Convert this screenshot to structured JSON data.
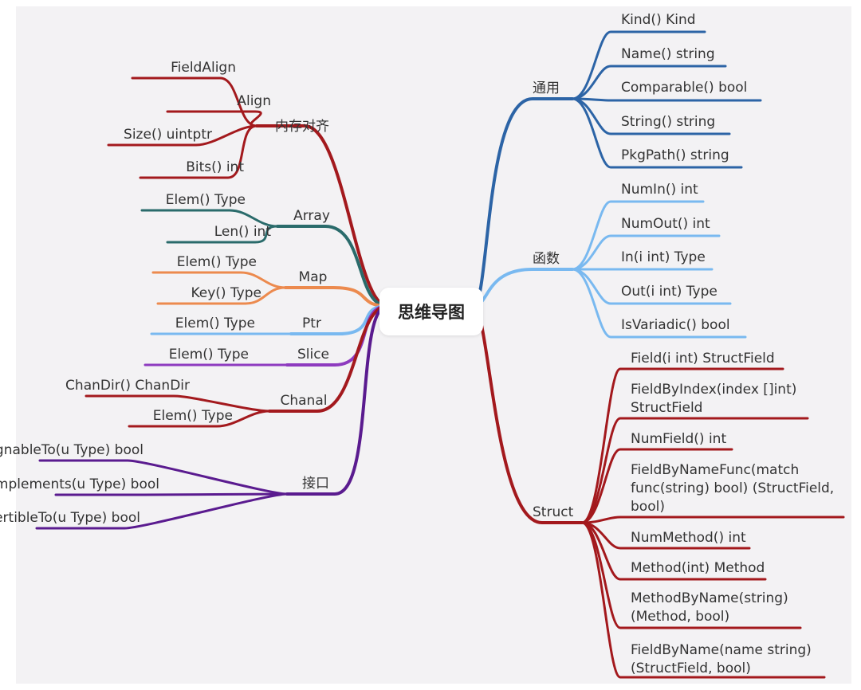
{
  "root": {
    "label": "思维导图"
  },
  "colors": {
    "crimson": "#a3191d",
    "teal": "#2a6b6b",
    "orange": "#ec8a4e",
    "lightblue": "#79b9f0",
    "purple": "#8e3bbf",
    "violet": "#5a1b8f",
    "steelblue": "#2c64a6",
    "background": "#f3f2f4"
  },
  "left_branches": [
    {
      "key": "memory",
      "label": "内存对齐",
      "color": "crimson",
      "leaves": [
        "FieldAlign",
        "Align",
        "Size() uintptr",
        "Bits() int"
      ]
    },
    {
      "key": "array",
      "label": "Array",
      "color": "teal",
      "leaves": [
        "Elem() Type",
        "Len() int"
      ]
    },
    {
      "key": "map",
      "label": "Map",
      "color": "orange",
      "leaves": [
        "Elem() Type",
        "Key() Type"
      ]
    },
    {
      "key": "ptr",
      "label": "Ptr",
      "color": "lightblue",
      "leaves": [
        "Elem() Type"
      ]
    },
    {
      "key": "slice",
      "label": "Slice",
      "color": "purple",
      "leaves": [
        "Elem() Type"
      ]
    },
    {
      "key": "chan",
      "label": "Chanal",
      "color": "crimson",
      "leaves": [
        "ChanDir() ChanDir",
        "Elem() Type"
      ]
    },
    {
      "key": "interface",
      "label": "接口",
      "color": "violet",
      "leaves": [
        "AssignableTo(u Type) bool",
        "Implements(u Type) bool",
        "ConvertibleTo(u Type) bool"
      ]
    }
  ],
  "right_branches": [
    {
      "key": "common",
      "label": "通用",
      "color": "steelblue",
      "leaves": [
        "Kind() Kind",
        "Name() string",
        "Comparable() bool",
        "String() string",
        "PkgPath() string"
      ]
    },
    {
      "key": "func",
      "label": "函数",
      "color": "lightblue",
      "leaves": [
        "NumIn() int",
        "NumOut() int",
        "In(i int) Type",
        "Out(i int) Type",
        "IsVariadic() bool"
      ]
    },
    {
      "key": "struct",
      "label": "Struct",
      "color": "crimson",
      "leaves": [
        "Field(i int) StructField",
        "FieldByIndex(index []int)\nStructField",
        "NumField() int",
        "FieldByNameFunc(match\nfunc(string) bool) (StructField,\nbool)",
        "NumMethod() int",
        "Method(int) Method",
        "MethodByName(string)\n(Method, bool)",
        "FieldByName(name string)\n(StructField, bool)"
      ]
    }
  ]
}
